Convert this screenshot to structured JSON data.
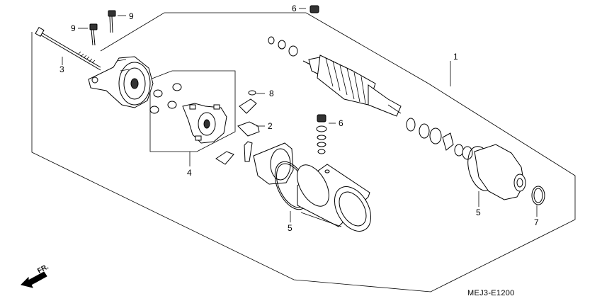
{
  "callouts": {
    "c1": "1",
    "c2": "2",
    "c3": "3",
    "c4": "4",
    "c5a": "5",
    "c5b": "5",
    "c6a": "6",
    "c6b": "6",
    "c7": "7",
    "c8": "8",
    "c9a": "9",
    "c9b": "9"
  },
  "direction_label": "FR.",
  "diagram_code": "MEJ3-E1200"
}
